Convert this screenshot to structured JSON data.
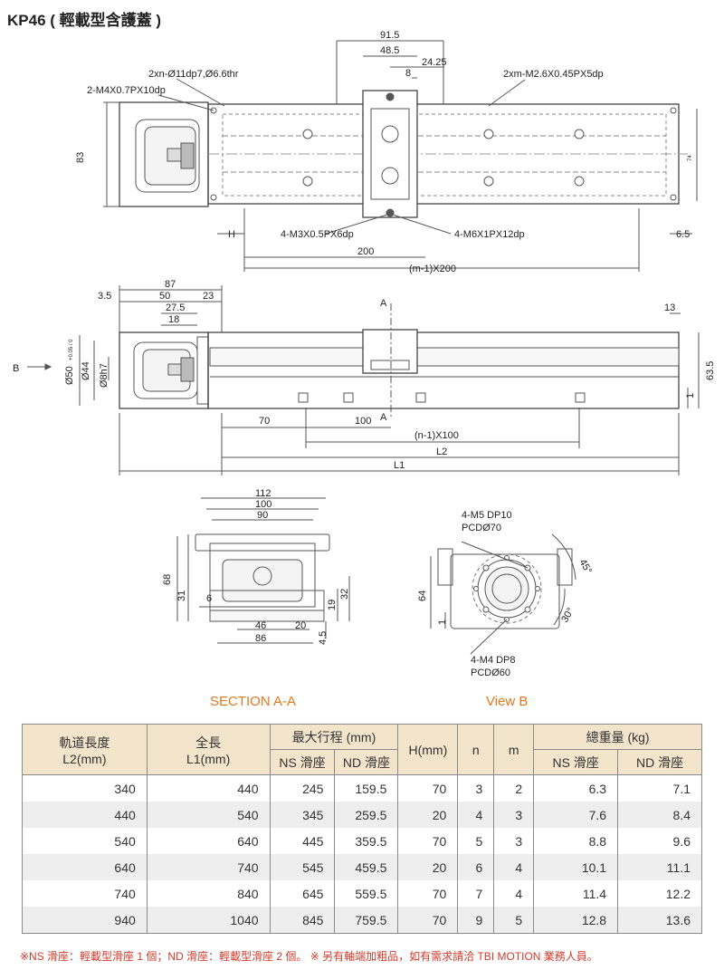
{
  "title": "KP46 ( 輕載型含護蓋 )",
  "labels": {
    "section_aa": "SECTION A-A",
    "view_b": "View B"
  },
  "top_view": {
    "dims": [
      "91.5",
      "48.5",
      "24.25",
      "8"
    ],
    "callout_holes": "2xn-Ø11dp7,Ø6.6thr",
    "callout_m4": "2-M4X0.7PX10dp",
    "callout_m26": "2xm-M2.6X0.45PX5dp",
    "height": "83",
    "callout_m3": "4-M3X0.5PX6dp",
    "callout_m6": "4-M6X1PX12dp",
    "h": "H",
    "d200": "200",
    "pitch": "(m-1)X200",
    "d65": "6.5",
    "small74": "74"
  },
  "side_view": {
    "d87": "87",
    "d35": "3.5",
    "d50": "50",
    "d23": "23",
    "d275": "27.5",
    "d18": "18",
    "a": "A",
    "b": "B",
    "phi50": "Ø50",
    "phi50_tol": "+0.05 / 0",
    "phi44": "Ø44",
    "phi8": "Ø8h7",
    "d13": "13",
    "d635": "63.5",
    "d1": "1",
    "d70": "70",
    "d100": "100",
    "pitch": "(n-1)X100",
    "l2": "L2",
    "l1": "L1"
  },
  "section": {
    "d112": "112",
    "d100": "100",
    "d90": "90",
    "d68": "68",
    "d31": "31",
    "d6": "6",
    "d19": "19",
    "d32": "32",
    "d46": "46",
    "d20": "20",
    "d45": "4.5",
    "d86": "86"
  },
  "view_b_dims": {
    "m5": "4-M5 DP10",
    "pcd70": "PCDØ70",
    "a45": "45°",
    "a30": "30°",
    "d64": "64",
    "d1": "1",
    "m4": "4-M4 DP8",
    "pcd60": "PCDØ60"
  },
  "table": {
    "headers": {
      "rail_length": "軌道長度",
      "rail_length_unit": "L2(mm)",
      "total_length": "全長",
      "total_length_unit": "L1(mm)",
      "max_stroke": "最大行程 (mm)",
      "ns": "NS 滑座",
      "nd": "ND 滑座",
      "h": "H(mm)",
      "n": "n",
      "m": "m",
      "weight": "總重量 (kg)",
      "ns_w": "NS 滑座",
      "nd_w": "ND 滑座"
    },
    "rows": [
      [
        "340",
        "440",
        "245",
        "159.5",
        "70",
        "3",
        "2",
        "6.3",
        "7.1"
      ],
      [
        "440",
        "540",
        "345",
        "259.5",
        "20",
        "4",
        "3",
        "7.6",
        "8.4"
      ],
      [
        "540",
        "640",
        "445",
        "359.5",
        "70",
        "5",
        "3",
        "8.8",
        "9.6"
      ],
      [
        "640",
        "740",
        "545",
        "459.5",
        "20",
        "6",
        "4",
        "10.1",
        "11.1"
      ],
      [
        "740",
        "840",
        "645",
        "559.5",
        "70",
        "7",
        "4",
        "11.4",
        "12.2"
      ],
      [
        "940",
        "1040",
        "845",
        "759.5",
        "70",
        "9",
        "5",
        "12.8",
        "13.6"
      ]
    ]
  },
  "footnote": "※NS 滑座：輕載型滑座 1 個；ND 滑座：輕載型滑座 2 個。 ※ 另有軸端加粗品，如有需求請洽 TBI MOTION 業務人員。",
  "colors": {
    "accent": "#e07a1e",
    "table_header": "#f3e4cc",
    "note": "#d23a2a"
  }
}
